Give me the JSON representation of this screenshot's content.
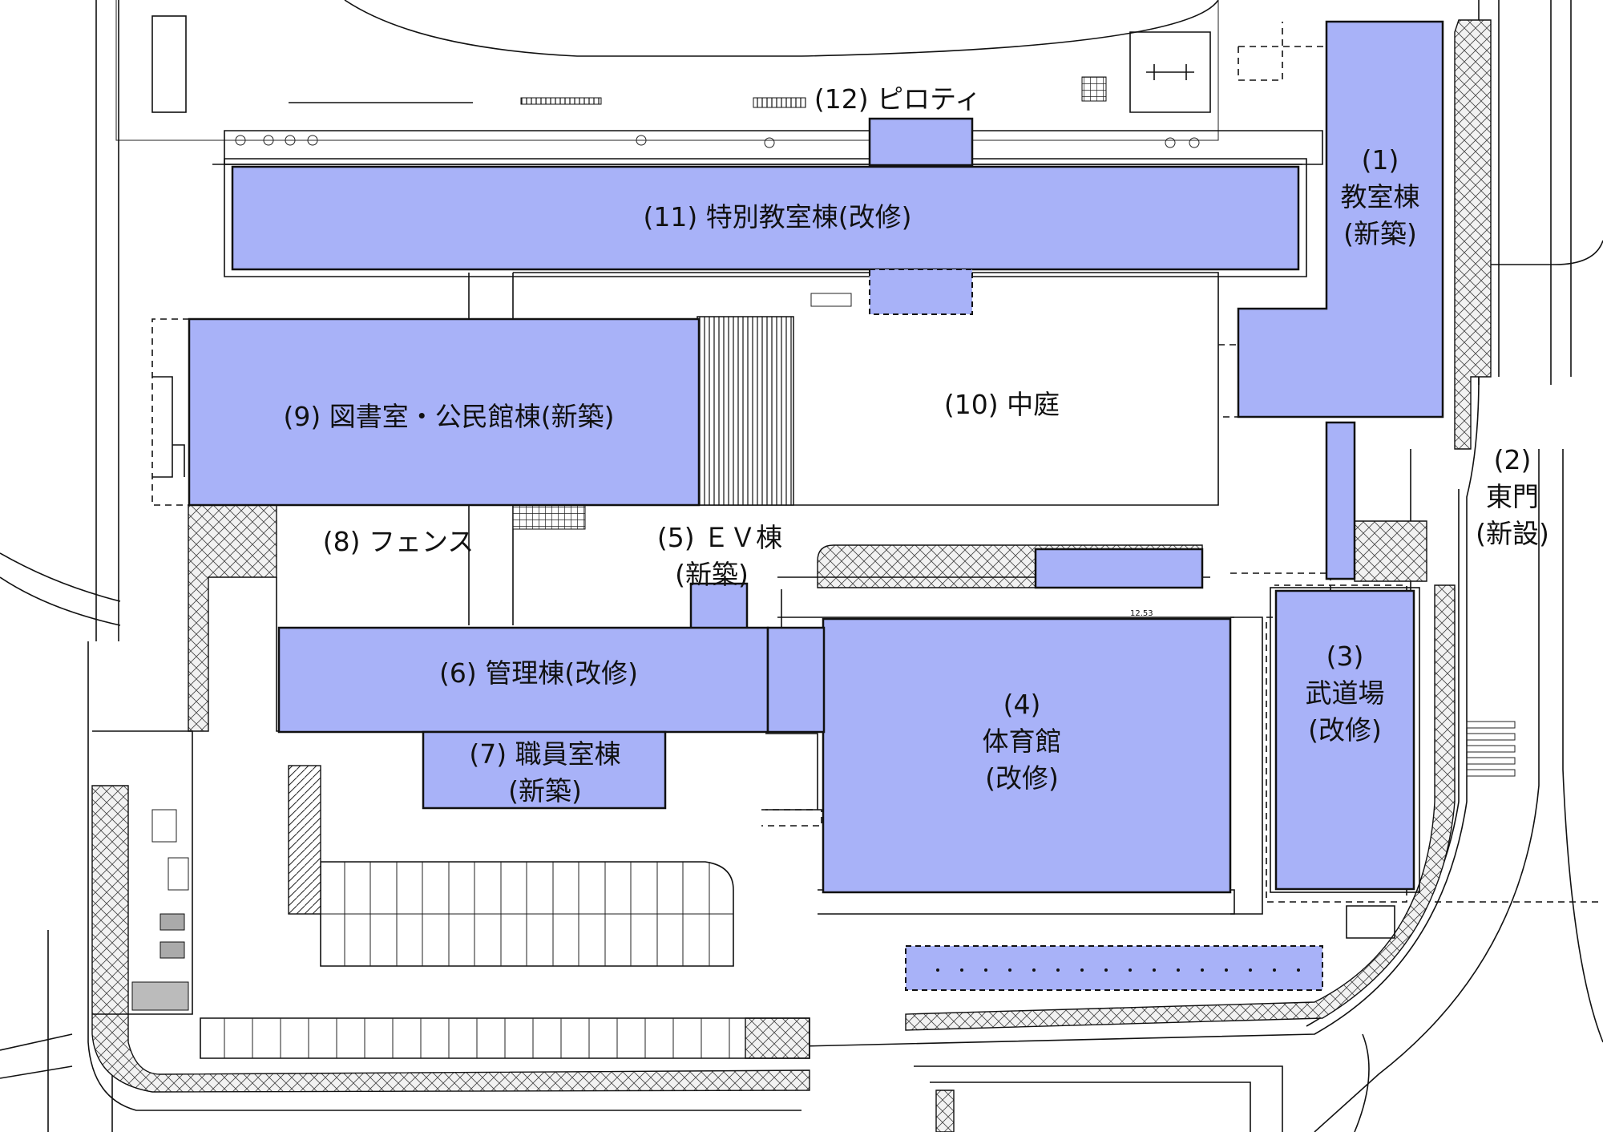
{
  "map": {
    "background": "#ffffff",
    "building_fill": "#a8b2f8",
    "outline": "#111111"
  },
  "labels": {
    "b1_num": "(1)",
    "b1_name": "教室棟",
    "b1_note": "(新築)",
    "b2_num": "(2)",
    "b2_name": "東門",
    "b2_note": "(新設)",
    "b3_num": "(3)",
    "b3_name": "武道場",
    "b3_note": "(改修)",
    "b4_num": "(4)",
    "b4_name": "体育館",
    "b4_note": "(改修)",
    "b5_line1": "(5) ＥＶ棟",
    "b5_note": "(新築)",
    "b6": "(6) 管理棟(改修)",
    "b7_line1": "(7) 職員室棟",
    "b7_note": "(新築)",
    "b8": "(8) フェンス",
    "b9": "(9) 図書室・公民館棟(新築)",
    "b10": "(10) 中庭",
    "b11": "(11) 特別教室棟(改修)",
    "b12": "(12) ピロティ"
  },
  "small_text": {
    "dim": "12.53"
  }
}
